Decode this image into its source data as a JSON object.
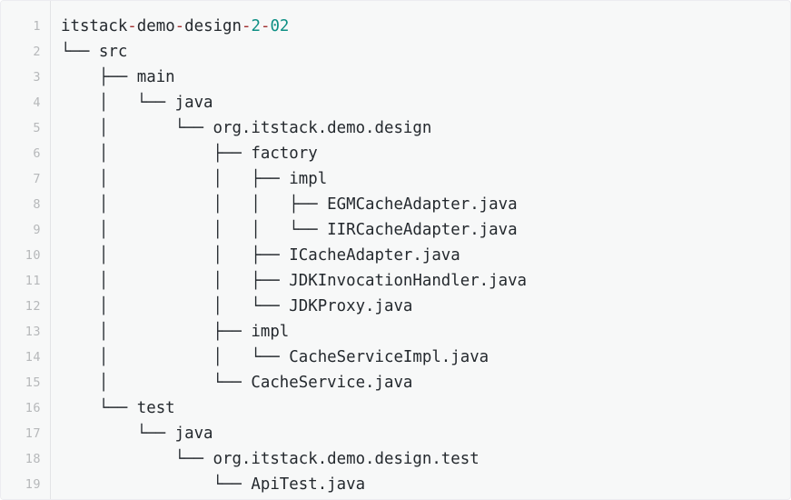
{
  "code_block": {
    "name": "directory-tree",
    "language": "plaintext",
    "background_color": "#f7f8f8",
    "border_color": "#ececf0",
    "gutter": {
      "separator_color": "#e3e4e6",
      "number_color": "#b6b8ba",
      "line_numbers": [
        "1",
        "2",
        "3",
        "4",
        "5",
        "6",
        "7",
        "8",
        "9",
        "10",
        "11",
        "12",
        "13",
        "14",
        "15",
        "16",
        "17",
        "18",
        "19"
      ]
    },
    "text_color": "#24292e",
    "syntax_colors": {
      "punctuation": "#a03030",
      "number": "#0d8f84"
    },
    "lines": [
      {
        "n": 1,
        "text": "itstack-demo-design-2-02",
        "tokens": [
          {
            "t": "itstack",
            "k": "plain"
          },
          {
            "t": "-",
            "k": "punct"
          },
          {
            "t": "demo",
            "k": "plain"
          },
          {
            "t": "-",
            "k": "punct"
          },
          {
            "t": "design",
            "k": "plain"
          },
          {
            "t": "-",
            "k": "punct"
          },
          {
            "t": "2",
            "k": "num"
          },
          {
            "t": "-",
            "k": "punct"
          },
          {
            "t": "02",
            "k": "num"
          }
        ]
      },
      {
        "n": 2,
        "text": "└── src"
      },
      {
        "n": 3,
        "text": "    ├── main"
      },
      {
        "n": 4,
        "text": "    │   └── java"
      },
      {
        "n": 5,
        "text": "    │       └── org.itstack.demo.design"
      },
      {
        "n": 6,
        "text": "    │           ├── factory"
      },
      {
        "n": 7,
        "text": "    │           │   ├── impl"
      },
      {
        "n": 8,
        "text": "    │           │   │   ├── EGMCacheAdapter.java"
      },
      {
        "n": 9,
        "text": "    │           │   │   └── IIRCacheAdapter.java"
      },
      {
        "n": 10,
        "text": "    │           │   ├── ICacheAdapter.java"
      },
      {
        "n": 11,
        "text": "    │           │   ├── JDKInvocationHandler.java"
      },
      {
        "n": 12,
        "text": "    │           │   └── JDKProxy.java"
      },
      {
        "n": 13,
        "text": "    │           ├── impl"
      },
      {
        "n": 14,
        "text": "    │           │   └── CacheServiceImpl.java"
      },
      {
        "n": 15,
        "text": "    │           └── CacheService.java"
      },
      {
        "n": 16,
        "text": "    └── test"
      },
      {
        "n": 17,
        "text": "        └── java"
      },
      {
        "n": 18,
        "text": "            └── org.itstack.demo.design.test"
      },
      {
        "n": 19,
        "text": "                └── ApiTest.java"
      }
    ]
  }
}
